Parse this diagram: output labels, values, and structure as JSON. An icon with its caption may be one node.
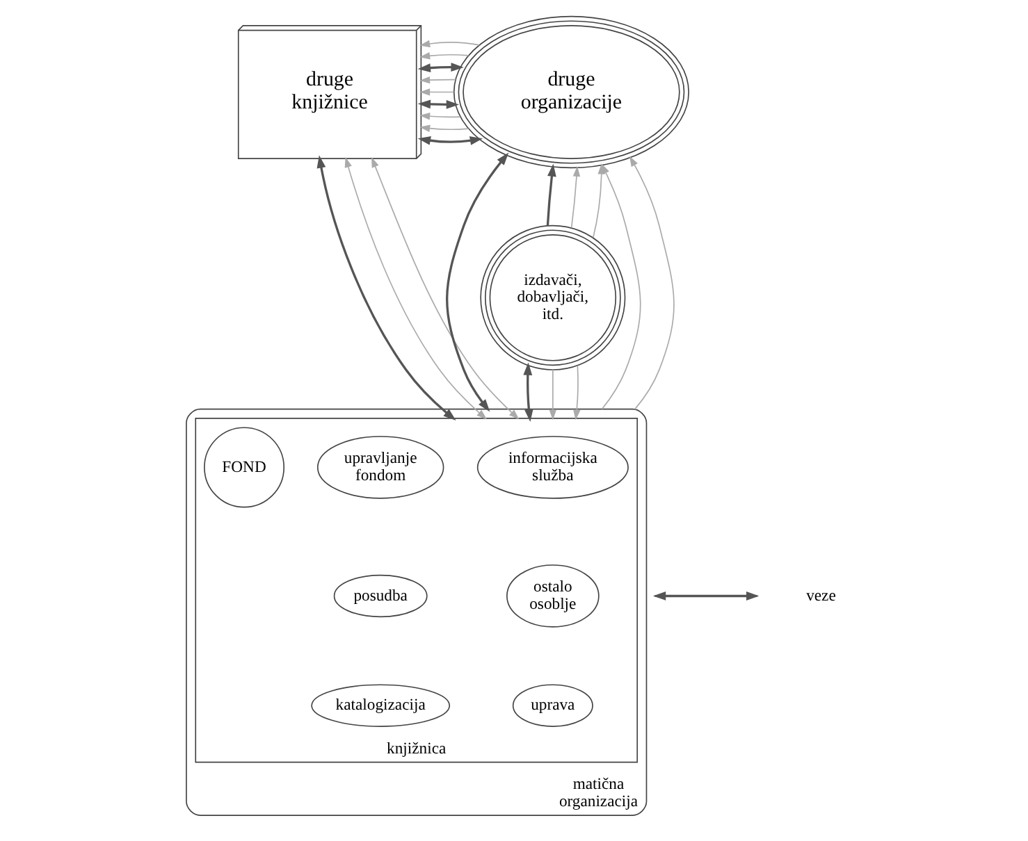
{
  "diagram": {
    "nodes": [
      {
        "text": [
          "druge knjižnice"
        ]
      },
      {
        "text": [
          "druge organizacije"
        ]
      },
      {
        "text": [
          "matična organizacija"
        ]
      },
      {
        "text": [
          "knjižnica"
        ],
        "in": 2
      },
      {
        "text": [
          "informacijska služba"
        ],
        "in": 3
      },
      {
        "text": [
          "upravljanje fondom"
        ],
        "in": 3
      },
      {
        "text": [
          "ostalo osoblje"
        ],
        "in": 3
      },
      {
        "text": [
          "FOND"
        ],
        "in": 3
      },
      {
        "text": [
          "posudba"
        ],
        "in": 3
      },
      {
        "text": [
          "uprava"
        ],
        "in": 3
      },
      {
        "text": [
          "katalogizacija"
        ],
        "in": 3
      },
      {
        "text": [
          "izdavači, dobavljači, itd."
        ]
      }
    ],
    "edges": [
      {
        "from": 0,
        "to": 1,
        "arrow": "both",
        "color": "#555555"
      },
      {
        "from": 1,
        "to": 0,
        "arrow": "to"
      },
      {
        "from": 1,
        "to": 0,
        "arrow": "to"
      },
      {
        "from": 0,
        "to": 1,
        "arrow": "both",
        "color": "#555555"
      },
      {
        "from": 1,
        "to": 0,
        "arrow": "to"
      },
      {
        "from": 1,
        "to": 0,
        "arrow": "to"
      },
      {
        "from": 0,
        "to": 1,
        "arrow": "both",
        "color": "#555555"
      },
      {
        "from": 1,
        "to": 0,
        "arrow": "to"
      },
      {
        "from": 1,
        "to": 0,
        "arrow": "to"
      },
      {
        "from": 0,
        "to": 3,
        "arrow": "both",
        "color": "#555555"
      },
      {
        "from": 0,
        "to": 3,
        "arrow": "both"
      },
      {
        "from": 0,
        "to": 3,
        "arrow": "both"
      },
      {
        "from": 1,
        "to": 2,
        "arrow": "both",
        "color": "#555555"
      },
      {
        "from": 2,
        "to": 1,
        "arrow": "to"
      },
      {
        "from": 2,
        "to": 1,
        "arrow": "to"
      },
      {
        "from": 11,
        "to": 1,
        "arrow": "to",
        "color": "#555555"
      },
      {
        "from": 11,
        "to": 1,
        "arrow": "to"
      },
      {
        "from": 11,
        "to": 1,
        "arrow": "to"
      },
      {
        "from": 11,
        "to": 3,
        "arrow": "both",
        "color": "#555555"
      },
      {
        "from": 11,
        "to": 3,
        "arrow": "to"
      },
      {
        "from": 11,
        "to": 3,
        "arrow": "to"
      }
    ],
    "legend": [
      {
        "text": "veze"
      }
    ]
  }
}
